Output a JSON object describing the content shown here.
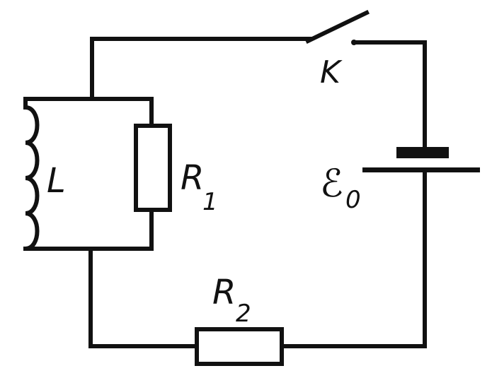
{
  "diagram": {
    "inductor_label": "L",
    "r1_label": "R",
    "r1_subscript": "1",
    "r2_label": "R",
    "r2_subscript": "2",
    "switch_label": "K",
    "emf_symbol": "ℰ",
    "emf_subscript": "0"
  }
}
